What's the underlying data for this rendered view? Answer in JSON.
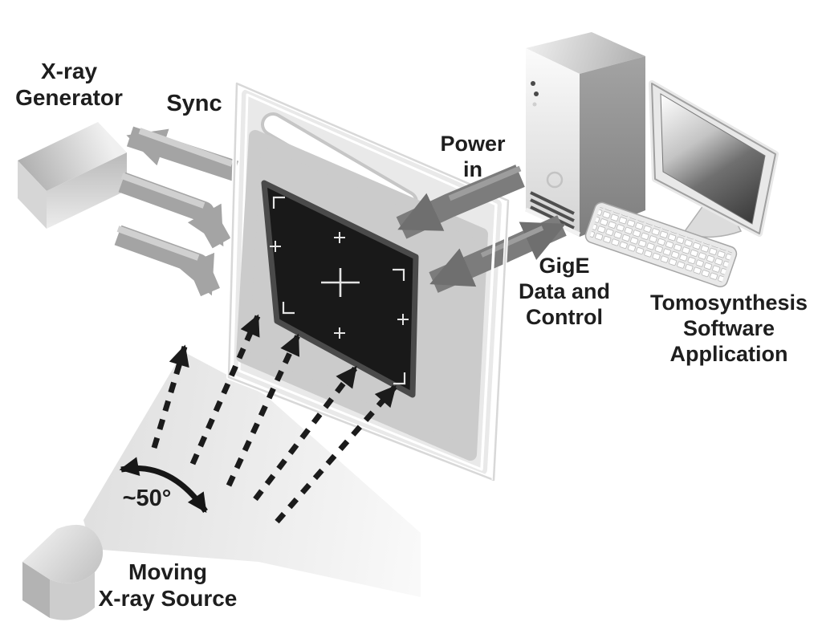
{
  "labels": {
    "generator": "X-ray\nGenerator",
    "sync": "Sync",
    "power_in": "Power\nin",
    "gige": "GigE\nData and\nControl",
    "software": "Tomosynthesis\nSoftware\nApplication",
    "sweep_angle": "~50°",
    "source": "Moving\nX-ray Source"
  },
  "colors": {
    "background": "#ffffff",
    "text": "#1e1e1e",
    "detector_fill": "#191919",
    "panel_face": "#e9e9e9",
    "panel_inner": "#cbcbcb",
    "sync_arrow": "#a4a4a4",
    "cable_arrow": "#7c7c7c",
    "ray_arrow": "#1b1b1b",
    "beam_cone": "#e7e7e7",
    "fiducial": "#e3e3e3"
  }
}
